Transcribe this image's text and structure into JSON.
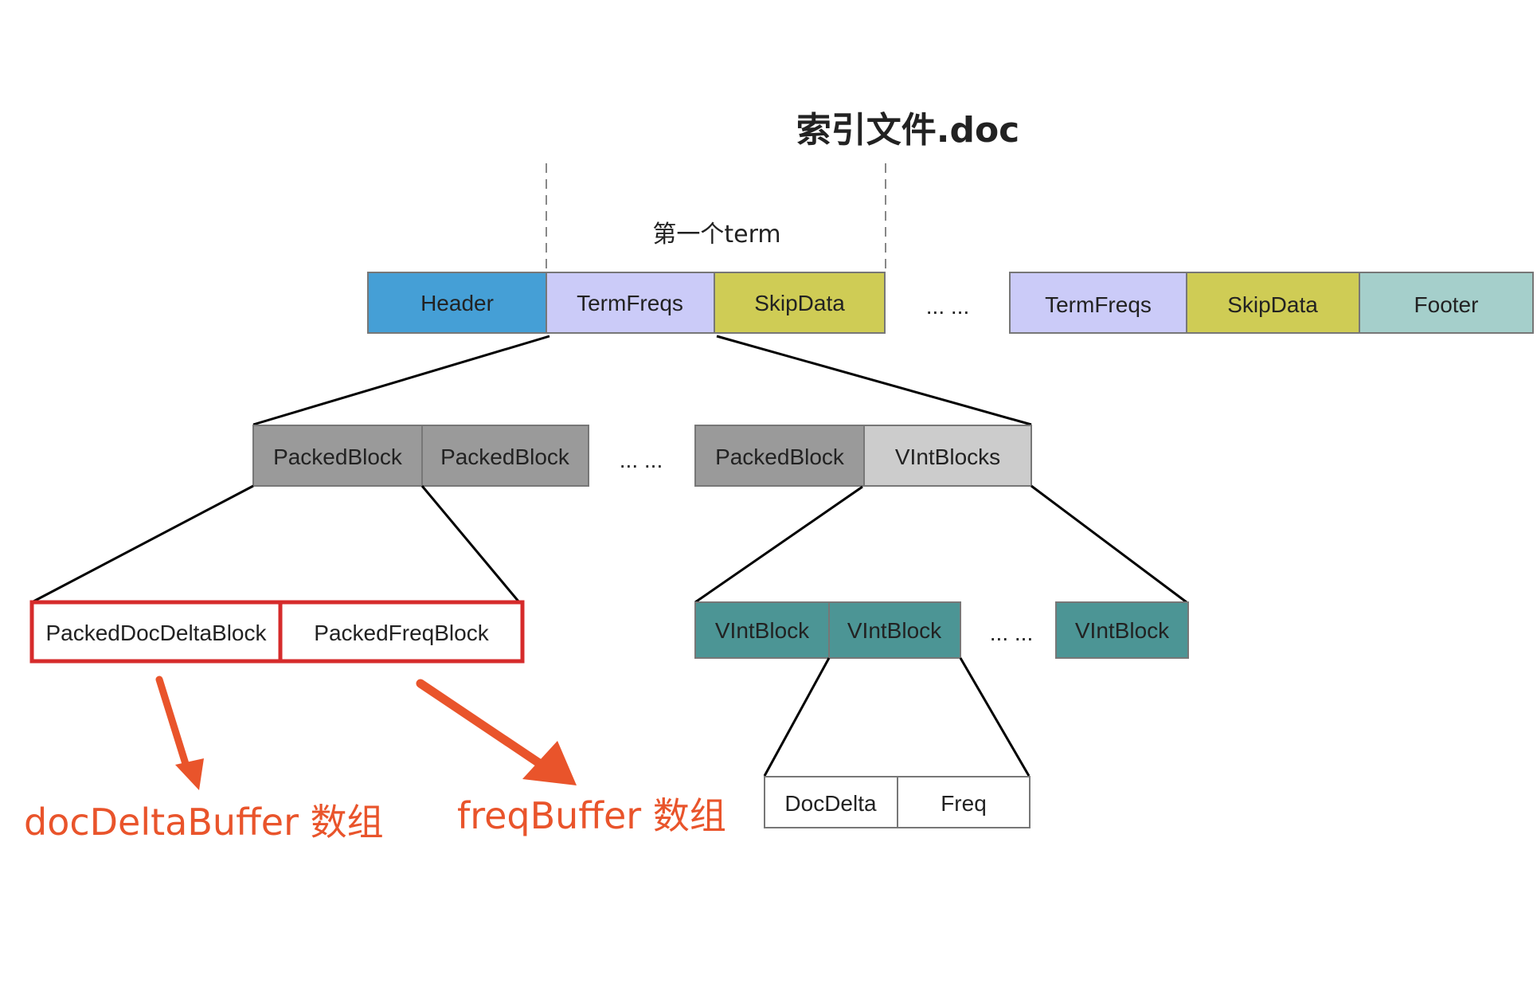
{
  "title": "索引文件.doc",
  "first_term_label": "第一个term",
  "row1": {
    "header": "Header",
    "termfreqs_1": "TermFreqs",
    "skipdata_1": "SkipData",
    "ellipsis": "... ...",
    "termfreqs_2": "TermFreqs",
    "skipdata_2": "SkipData",
    "footer": "Footer"
  },
  "row2": {
    "packedblock_1": "PackedBlock",
    "packedblock_2": "PackedBlock",
    "ellipsis": "... ...",
    "packedblock_3": "PackedBlock",
    "vintblocks": "VIntBlocks"
  },
  "row3": {
    "packed_doc_delta_block": "PackedDocDeltaBlock",
    "packed_freq_block": "PackedFreqBlock",
    "vintblock_1": "VIntBlock",
    "vintblock_2": "VIntBlock",
    "ellipsis": "... ...",
    "vintblock_3": "VIntBlock"
  },
  "row4": {
    "docdelta": "DocDelta",
    "freq": "Freq"
  },
  "annotations": {
    "doc_delta_buffer": "docDeltaBuffer 数组",
    "freq_buffer": "freqBuffer 数组"
  },
  "colors": {
    "header": "#459fd6",
    "termfreqs": "#cbcbf8",
    "skipdata": "#cfcc55",
    "footer": "#a5cfcb",
    "packedblock": "#9a9a9a",
    "vintblocks": "#cccccc",
    "vintblock": "#4c9595",
    "highlight_red": "#d62b2b",
    "arrow_orange": "#e9542b"
  }
}
